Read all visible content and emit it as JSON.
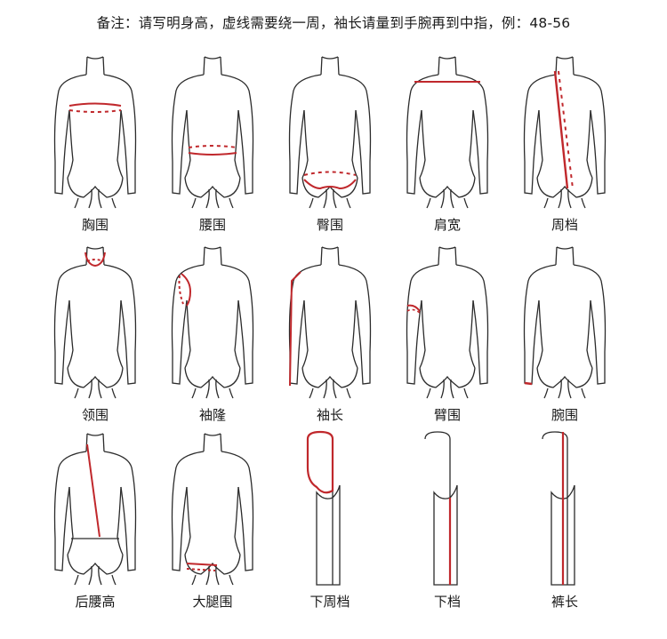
{
  "note": "备注：请写明身高，虚线需要绕一周，袖长请量到手腕再到中指，例：48-56",
  "items": [
    {
      "label": "胸围"
    },
    {
      "label": "腰围"
    },
    {
      "label": "臀围"
    },
    {
      "label": "肩宽"
    },
    {
      "label": "周档"
    },
    {
      "label": "领围"
    },
    {
      "label": "袖隆"
    },
    {
      "label": "袖长"
    },
    {
      "label": "臂围"
    },
    {
      "label": "腕围"
    },
    {
      "label": "后腰高"
    },
    {
      "label": "大腿围"
    },
    {
      "label": "下周档"
    },
    {
      "label": "下档"
    },
    {
      "label": "裤长"
    }
  ],
  "colors": {
    "outline": "#2b2b2b",
    "measure": "#c0282c"
  }
}
